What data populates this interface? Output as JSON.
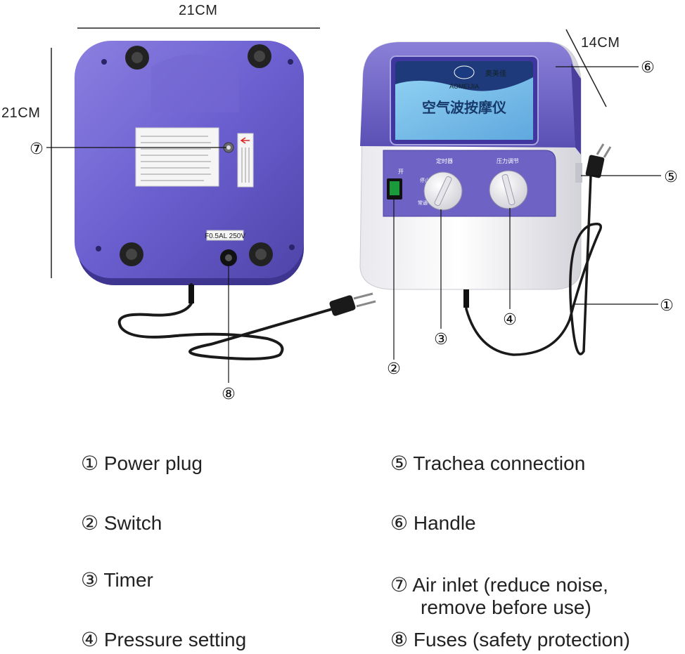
{
  "dimensions": {
    "width": "21CM",
    "height": "21CM",
    "depth": "14CM"
  },
  "device": {
    "brand_cn": "奥美佳",
    "brand_en": "AOMEIJIA",
    "product_title_cn": "空气波按摩仪",
    "timer_knob_label_cn": "定时器",
    "pressure_knob_label_cn": "压力调节",
    "switch_label_cn": "开",
    "timer_stop_label_cn": "停止",
    "timer_continuous_label_cn": "常通",
    "fuse_label": "F0.5AL 250V",
    "panel_color": "#6e63c4",
    "screen_color": "#243f84",
    "body_color": "#f2f2f4",
    "switch_color": "#1a9a3a"
  },
  "callout_numbers": {
    "n1": "①",
    "n2": "②",
    "n3": "③",
    "n4": "④",
    "n5": "⑤",
    "n6": "⑥",
    "n7": "⑦",
    "n8": "⑧"
  },
  "legend": {
    "item1": "① Power plug",
    "item2": "② Switch",
    "item3": "③ Timer",
    "item4": "④ Pressure setting",
    "item5": "⑤ Trachea connection",
    "item6": "⑥ Handle",
    "item7_line1": "⑦ Air inlet (reduce noise,",
    "item7_line2": "remove before use)",
    "item8": "⑧ Fuses (safety protection)"
  }
}
